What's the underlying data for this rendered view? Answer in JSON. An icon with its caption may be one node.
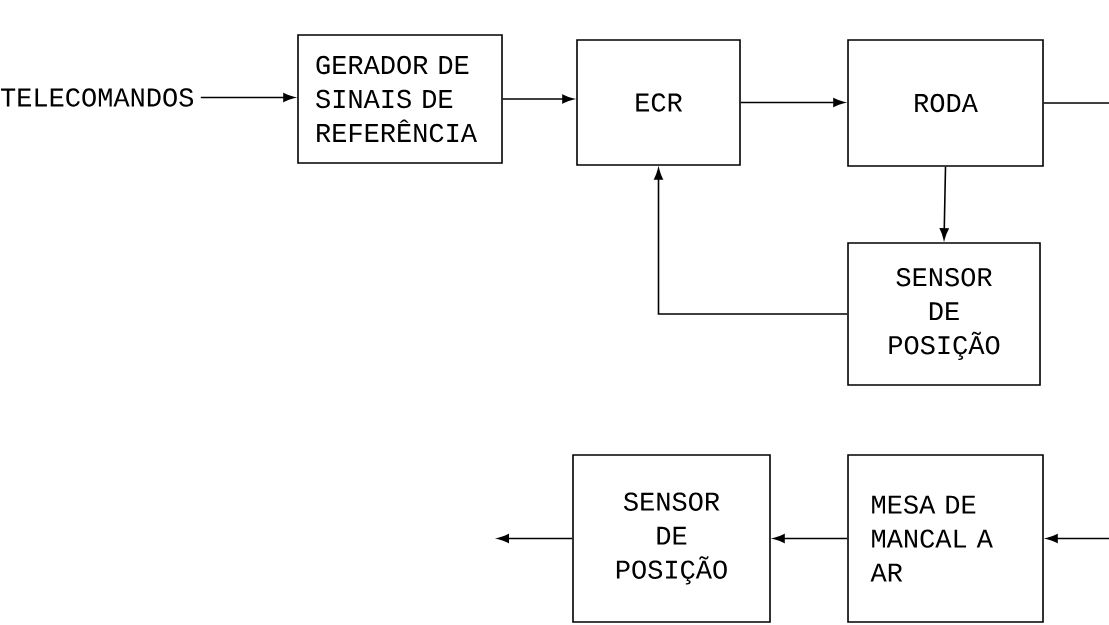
{
  "diagram": {
    "nodes": [
      {
        "text": [
          "TELECOMANDOS"
        ]
      },
      {
        "text": [
          "GERADOR DE SINAIS DE REFERÊNCIA"
        ]
      },
      {
        "text": [
          "ECR"
        ]
      },
      {
        "text": [
          "RODA"
        ]
      },
      {
        "text": [
          "SENSOR DE POSIÇÃO"
        ]
      },
      {
        "text": [
          "SENSOR DE POSIÇÃO"
        ]
      },
      {
        "text": [
          "MESA DE MANCAL A AR"
        ]
      }
    ],
    "edges": [
      {
        "from": 0,
        "to": 1,
        "arrow": "to"
      },
      {
        "from": 1,
        "to": 2,
        "arrow": "to"
      },
      {
        "from": 2,
        "to": 3,
        "arrow": "to"
      },
      {
        "from": 3,
        "to": null,
        "arrow": "none"
      },
      {
        "from": 3,
        "to": 4,
        "arrow": "to"
      },
      {
        "from": 4,
        "to": 2,
        "arrow": "to"
      },
      {
        "from": null,
        "to": 6,
        "arrow": "to"
      },
      {
        "from": 6,
        "to": 5,
        "arrow": "to"
      },
      {
        "from": 5,
        "to": null,
        "arrow": "to"
      }
    ]
  }
}
